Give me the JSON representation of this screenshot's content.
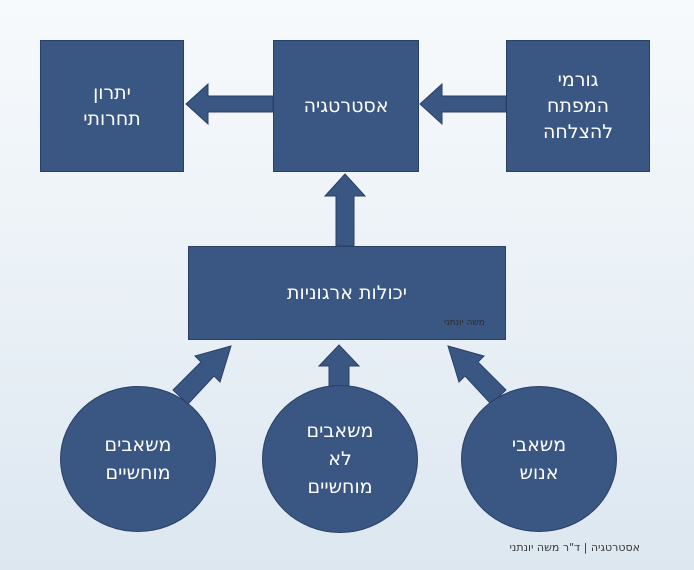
{
  "nodes": {
    "competitive_advantage": "יתרון\nתחרותי",
    "strategy": "אסטרטגיה",
    "key_success_factors": "גורמי\nהמפתח\nלהצלחה",
    "org_capabilities": "יכולות ארגוניות",
    "tangible_resources": "משאבים\nמוחשיים",
    "intangible_resources": "משאבים\nלא\nמוחשיים",
    "human_resources": "משאבי\nאנוש"
  },
  "watermark": "משה יונתני",
  "footer": "אסטרטגיה  |  ד\"ר משה יונתני",
  "colors": {
    "node_fill": "#3a5683",
    "node_stroke": "#2a4066",
    "text": "#ffffff"
  }
}
